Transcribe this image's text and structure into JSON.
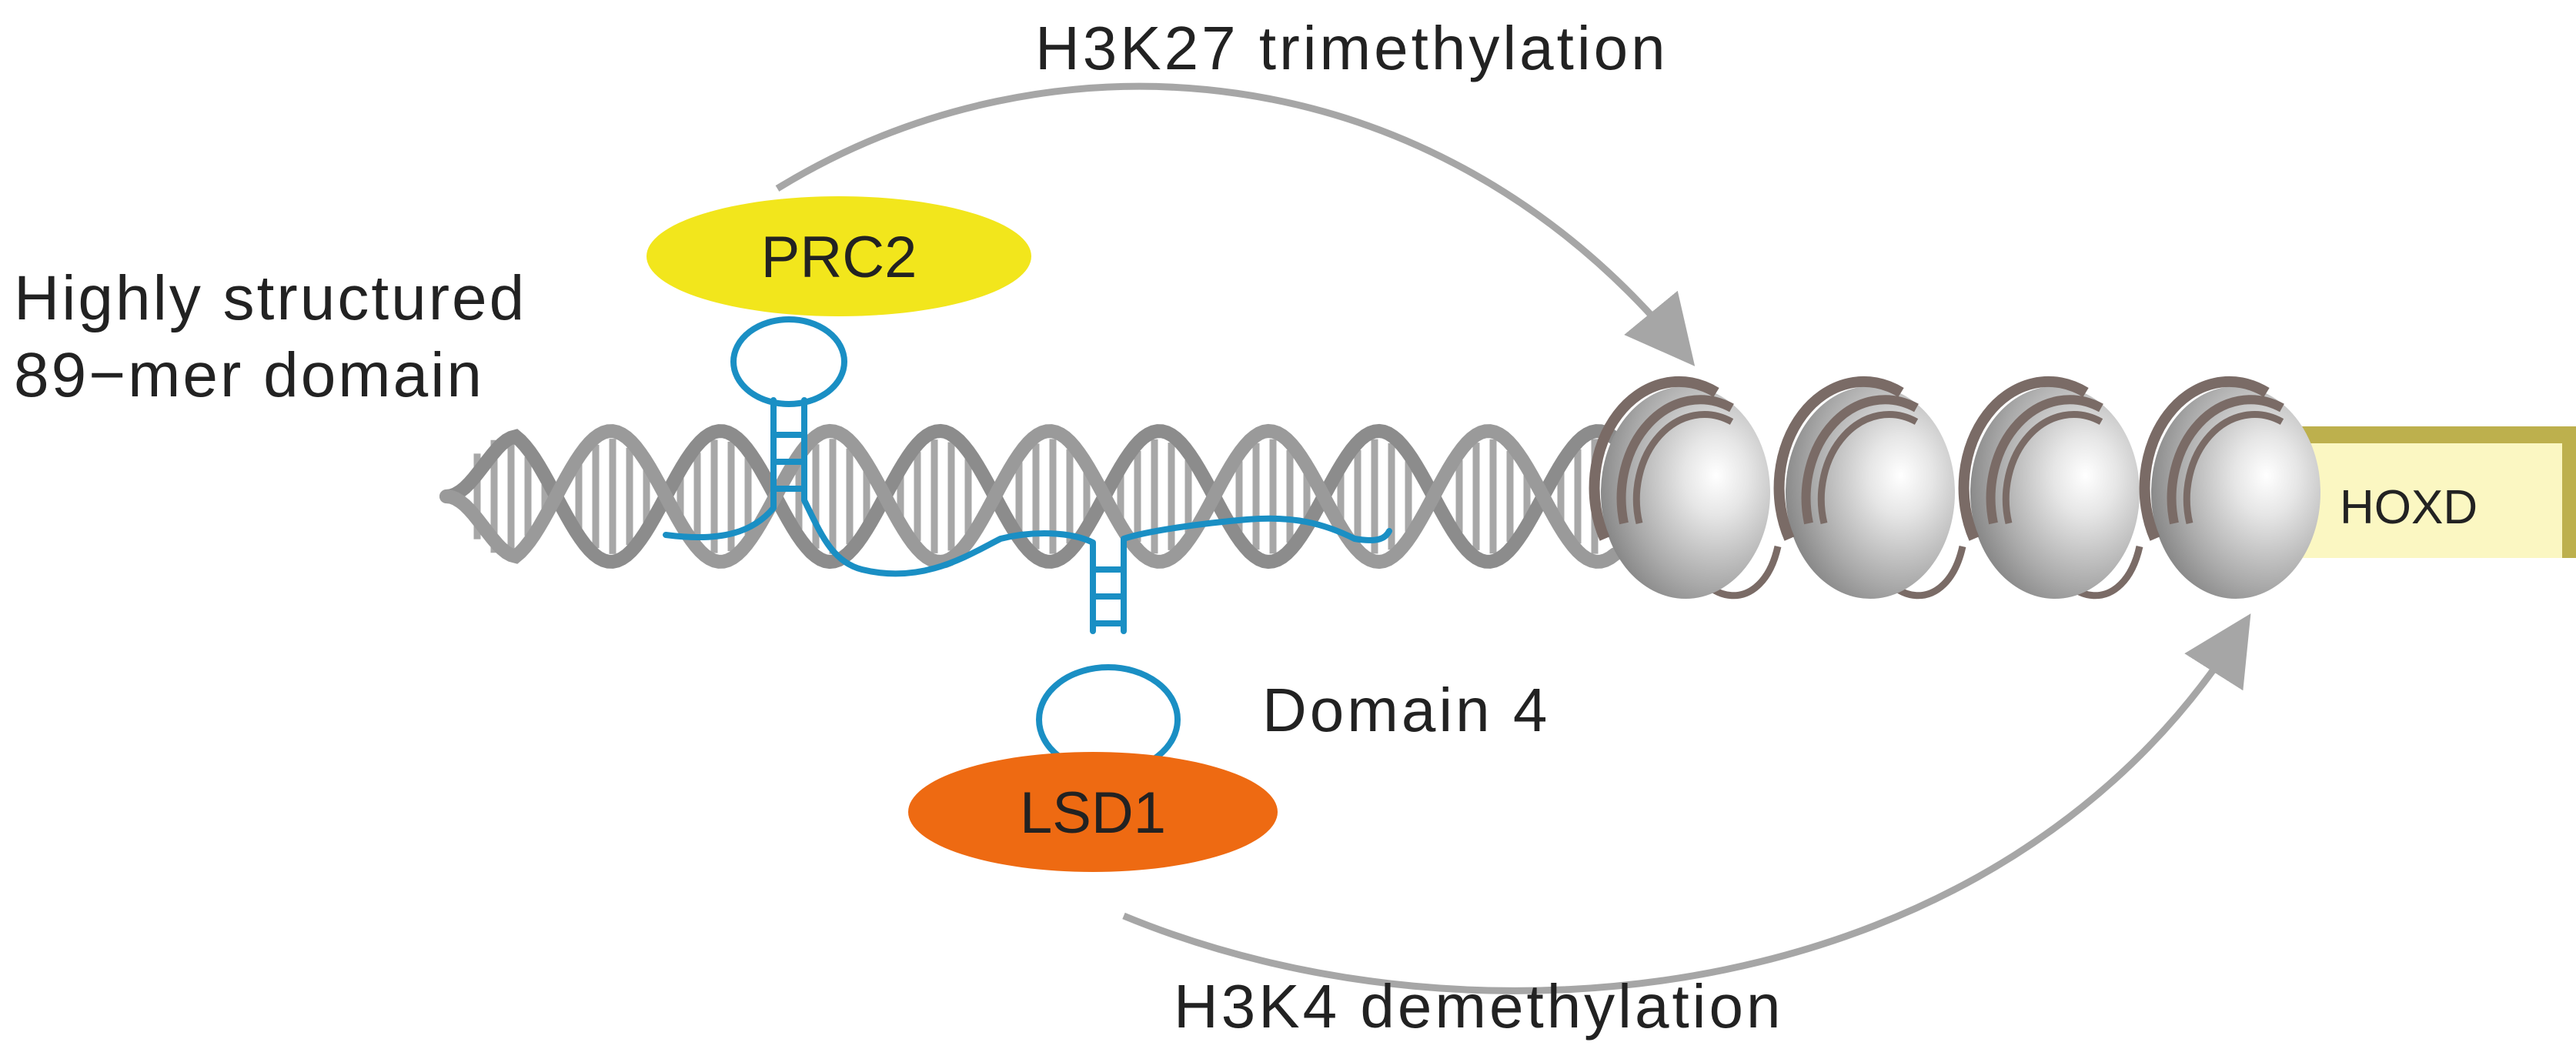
{
  "labels": {
    "top_arrow": "H3K27 trimethylation",
    "bottom_arrow": "H3K4 demethylation",
    "structured_domain_line1": "Highly structured",
    "structured_domain_line2": "89−mer domain",
    "domain4": "Domain 4",
    "prc2": "PRC2",
    "lsd1": "LSD1",
    "gene": "HOXD"
  },
  "colors": {
    "dna": "#8c8c8c",
    "dna_rungs": "#a7a7a7",
    "rna": "#1a8fc4",
    "prc2_fill": "#f2e61c",
    "lsd1_fill": "#ee6a12",
    "arrow": "#a6a6a6",
    "nucleosome": "#bdbdbd",
    "nucleosome_wrap": "#7a6b66",
    "linker": "#7a6b66",
    "gene_box": "#fbf7c2",
    "gene_border": "#bdb04d"
  }
}
